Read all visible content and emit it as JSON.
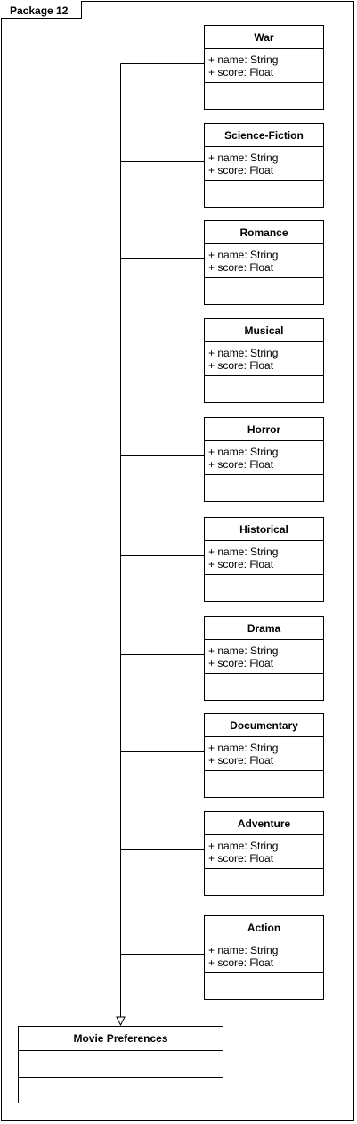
{
  "package": {
    "label": "Package 12"
  },
  "classes": [
    {
      "name": "War",
      "attributes": [
        "+ name: String",
        "+ score: Float"
      ]
    },
    {
      "name": "Science-Fiction",
      "attributes": [
        "+ name: String",
        "+ score: Float"
      ]
    },
    {
      "name": "Romance",
      "attributes": [
        "+ name: String",
        "+ score: Float"
      ]
    },
    {
      "name": "Musical",
      "attributes": [
        "+ name: String",
        "+ score: Float"
      ]
    },
    {
      "name": "Horror",
      "attributes": [
        "+ name: String",
        "+ score: Float"
      ]
    },
    {
      "name": "Historical",
      "attributes": [
        "+ name: String",
        "+ score: Float"
      ]
    },
    {
      "name": "Drama",
      "attributes": [
        "+ name: String",
        "+ score: Float"
      ]
    },
    {
      "name": "Documentary",
      "attributes": [
        "+ name: String",
        "+ score: Float"
      ]
    },
    {
      "name": "Adventure",
      "attributes": [
        "+ name: String",
        "+ score: Float"
      ]
    },
    {
      "name": "Action",
      "attributes": [
        "+ name: String",
        "+ score: Float"
      ]
    }
  ],
  "target_class": {
    "name": "Movie Preferences"
  },
  "edge_kind": "generalization"
}
